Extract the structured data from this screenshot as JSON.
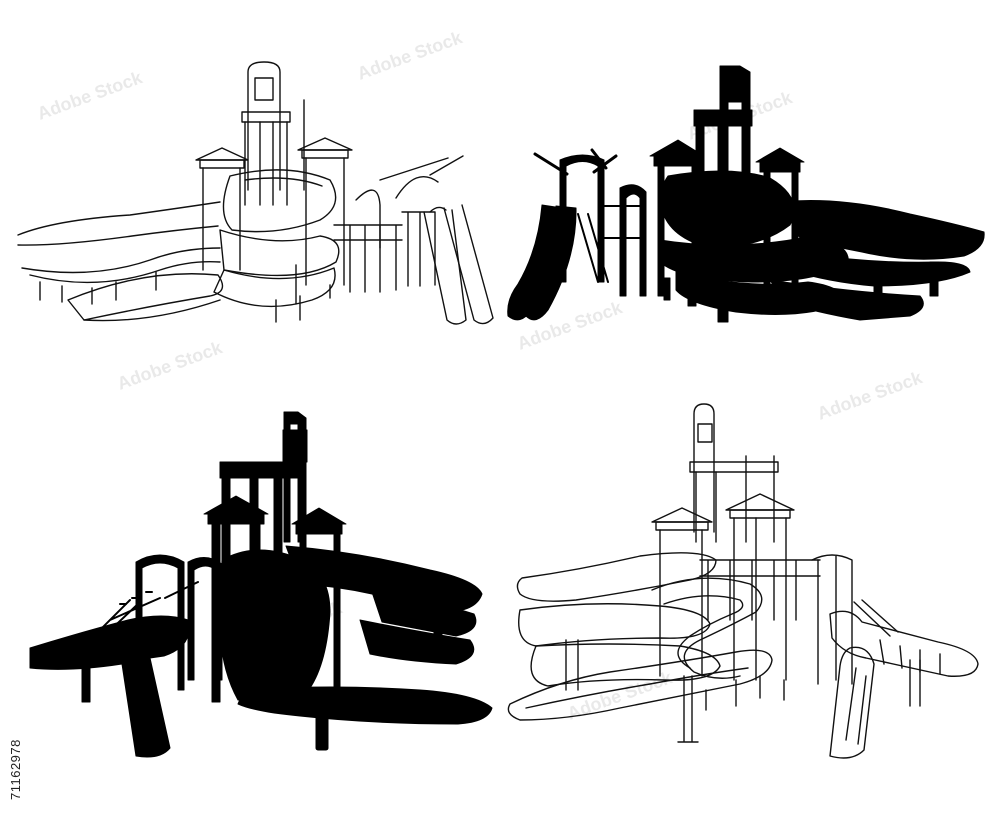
{
  "image": {
    "stock_id_text": "71162978",
    "watermark_text": "Adobe Stock",
    "palette": {
      "background": "#ffffff",
      "line": "#111111",
      "silhouette": "#000000",
      "watermark": "#d0d0d0"
    },
    "panels": [
      {
        "name": "outline-waterpark-top-left",
        "style": "outline"
      },
      {
        "name": "silhouette-waterpark-top-right",
        "style": "silhouette"
      },
      {
        "name": "silhouette-waterpark-bottom-left",
        "style": "silhouette"
      },
      {
        "name": "outline-waterpark-bottom-right",
        "style": "outline"
      }
    ]
  }
}
